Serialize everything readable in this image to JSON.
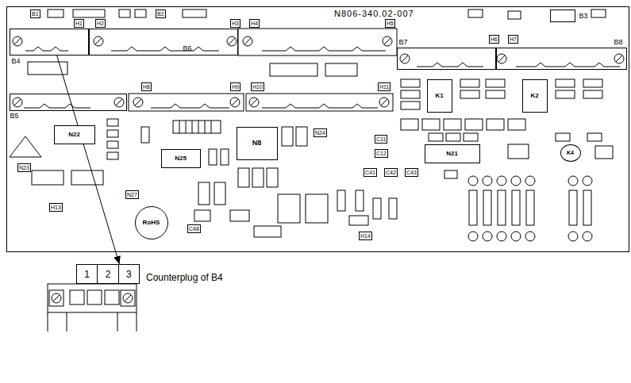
{
  "diagram": {
    "nodes": [
      {
        "text": [
          "N806-340.02-007"
        ]
      },
      {
        "text": [
          "B4"
        ],
        "in": 0
      },
      {
        "text": [
          "B6"
        ],
        "in": 0
      },
      {
        "text": [
          "B7"
        ],
        "in": 0
      },
      {
        "text": [
          "B8"
        ],
        "in": 0
      },
      {
        "text": [
          "B5"
        ],
        "in": 0
      },
      {
        "text": [
          "B3"
        ],
        "in": 0
      },
      {
        "text": [
          "N22"
        ],
        "in": 0
      },
      {
        "text": [
          "N25"
        ],
        "in": 0
      },
      {
        "text": [
          "N8"
        ],
        "in": 0
      },
      {
        "text": [
          "N21"
        ],
        "in": 0
      },
      {
        "text": [
          "K1"
        ],
        "in": 0
      },
      {
        "text": [
          "K2"
        ],
        "in": 0
      },
      {
        "text": [
          "K4"
        ],
        "in": 0
      },
      {
        "text": [
          "RoHS"
        ],
        "in": 0
      },
      {
        "text": [
          "1",
          "2",
          "3"
        ]
      }
    ],
    "edges": [
      {
        "from": 1,
        "to": 15,
        "arrow": "to"
      }
    ],
    "labels": [
      "Counterplug of B4",
      "B1",
      "B2",
      "H1",
      "H2",
      "H3",
      "H4",
      "H5",
      "H6",
      "H7",
      "H8",
      "H9",
      "H10",
      "H11",
      "N24",
      "C11",
      "C12",
      "C41",
      "C42",
      "C43",
      "N23",
      "N27",
      "H13",
      "C48",
      "H14"
    ]
  }
}
